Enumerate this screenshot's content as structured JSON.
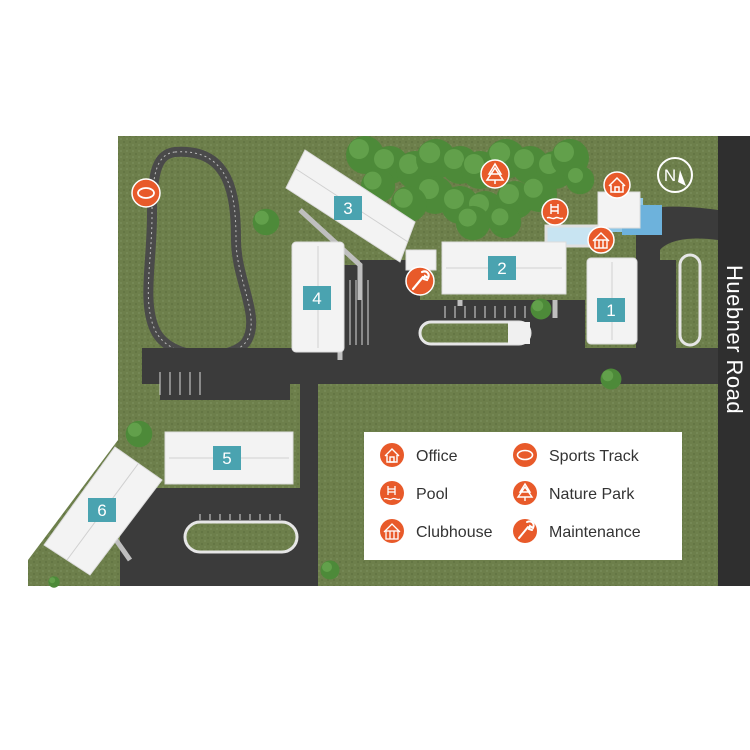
{
  "map": {
    "road_name": "Huebner Road",
    "north_label": "N",
    "buildings": [
      {
        "id": "building-1",
        "label": "1"
      },
      {
        "id": "building-2",
        "label": "2"
      },
      {
        "id": "building-3",
        "label": "3"
      },
      {
        "id": "building-4",
        "label": "4"
      },
      {
        "id": "building-5",
        "label": "5"
      },
      {
        "id": "building-6",
        "label": "6"
      }
    ]
  },
  "legend": {
    "items": [
      {
        "label": "Office",
        "icon": "house-icon"
      },
      {
        "label": "Pool",
        "icon": "pool-icon"
      },
      {
        "label": "Clubhouse",
        "icon": "clubhouse-icon"
      },
      {
        "label": "Sports Track",
        "icon": "track-icon"
      },
      {
        "label": "Nature Park",
        "icon": "tree-icon"
      },
      {
        "label": "Maintenance",
        "icon": "wrench-icon"
      }
    ]
  },
  "colors": {
    "grass": "#6b7d4a",
    "asphalt": "#3a3a3a",
    "building_roof": "#f2f2f2",
    "label_teal": "#4aa3b0",
    "marker_orange": "#e85a2a",
    "tree_green": "#4e8b3c",
    "pool_blue": "#8ec7e6"
  }
}
